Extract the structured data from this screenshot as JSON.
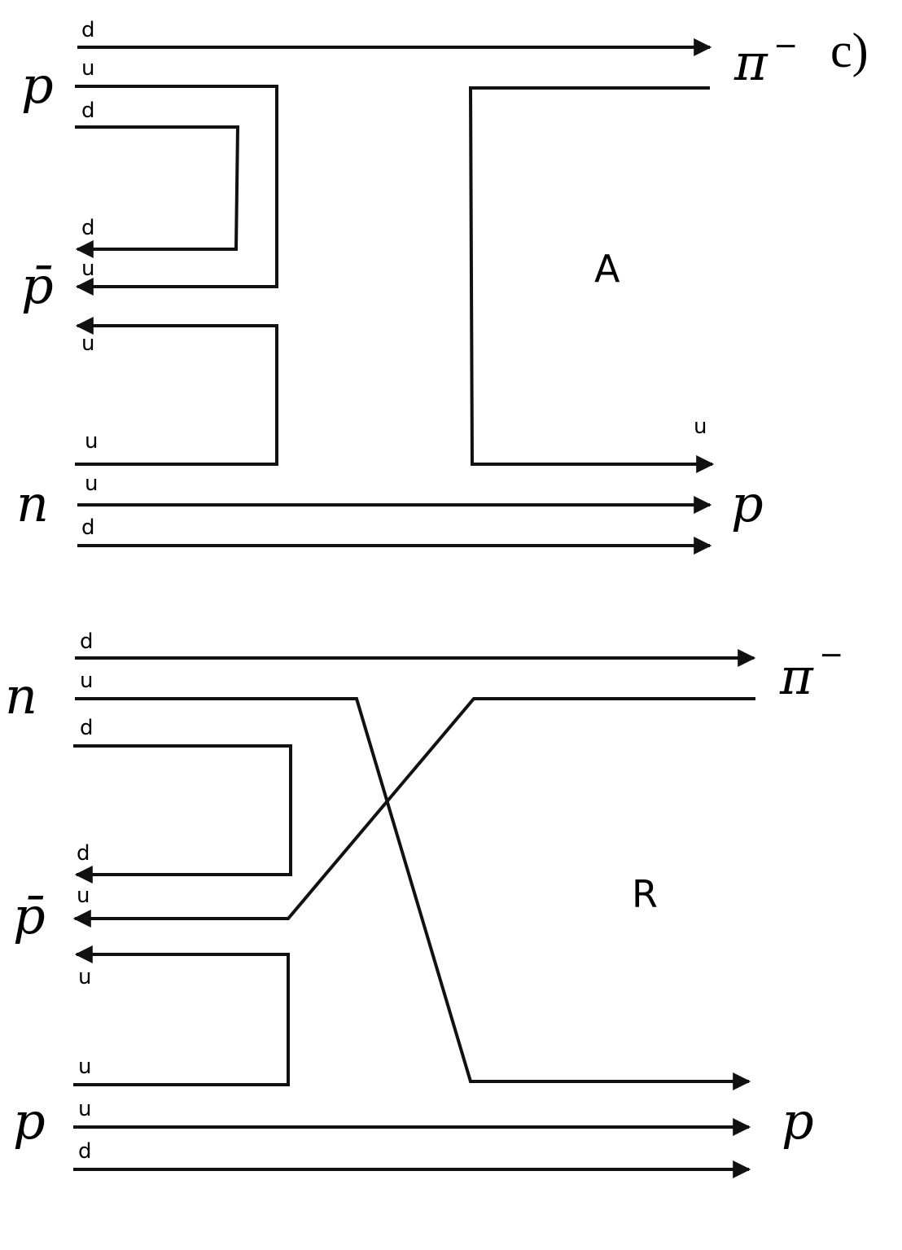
{
  "panel_label": "c)",
  "colors": {
    "line": "#111111",
    "background": "#ffffff"
  },
  "top": {
    "region_label": "A",
    "incoming": [
      "p",
      "p̄",
      "n"
    ],
    "outgoing": [
      "π",
      "p"
    ],
    "pion_charge": "−",
    "quark_labels": [
      "d",
      "u",
      "d",
      "d",
      "u",
      "u",
      "u",
      "u",
      "d",
      "u"
    ]
  },
  "bottom": {
    "region_label": "R",
    "incoming": [
      "n",
      "p̄",
      "p"
    ],
    "outgoing": [
      "π",
      "p"
    ],
    "pion_charge": "−",
    "quark_labels": [
      "d",
      "u",
      "d",
      "d",
      "u",
      "u",
      "u",
      "u",
      "d"
    ]
  }
}
